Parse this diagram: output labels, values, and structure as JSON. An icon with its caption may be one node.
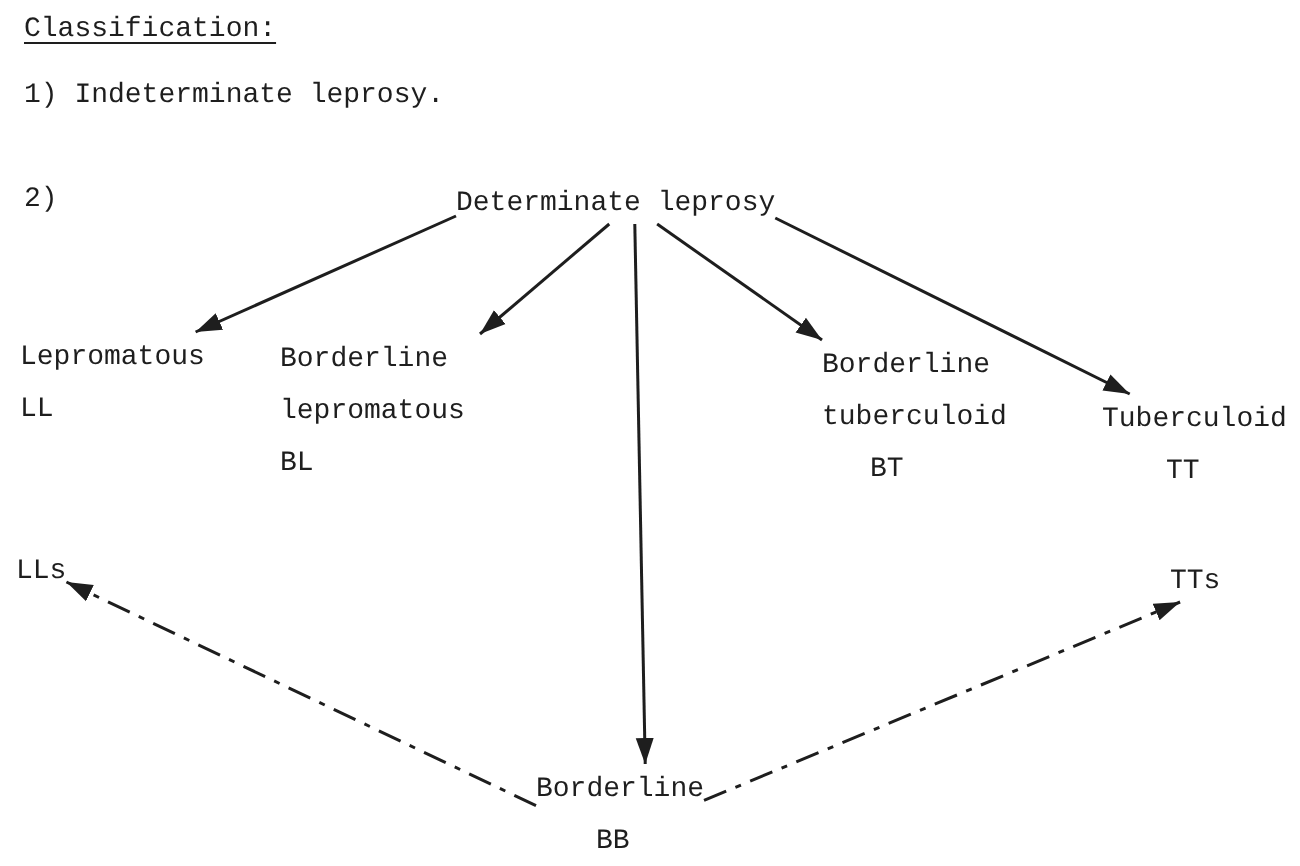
{
  "diagram": {
    "title": "Classification:",
    "nodes": [
      {
        "text": [
          "Determinate leprosy"
        ]
      },
      {
        "text": [
          "Lepromatous",
          "LL"
        ]
      },
      {
        "text": [
          "Borderline lepromatous",
          "BL"
        ]
      },
      {
        "text": [
          "Borderline tuberculoid",
          "BT"
        ]
      },
      {
        "text": [
          "Tuberculoid",
          "TT"
        ]
      },
      {
        "text": [
          "LLs"
        ]
      },
      {
        "text": [
          "TTs"
        ]
      },
      {
        "text": [
          "Borderline",
          "BB"
        ]
      }
    ],
    "edges": [
      {
        "from": 0,
        "to": 1,
        "arrow": "to"
      },
      {
        "from": 0,
        "to": 2,
        "arrow": "to"
      },
      {
        "from": 0,
        "to": 7,
        "arrow": "to"
      },
      {
        "from": 0,
        "to": 3,
        "arrow": "to"
      },
      {
        "from": 0,
        "to": 4,
        "arrow": "to"
      },
      {
        "from": 7,
        "to": 5,
        "arrow": "to",
        "style": "dashed"
      },
      {
        "from": 7,
        "to": 6,
        "arrow": "to",
        "style": "dashed"
      }
    ],
    "labels": [
      "1) Indeterminate leprosy.",
      "2)"
    ]
  }
}
